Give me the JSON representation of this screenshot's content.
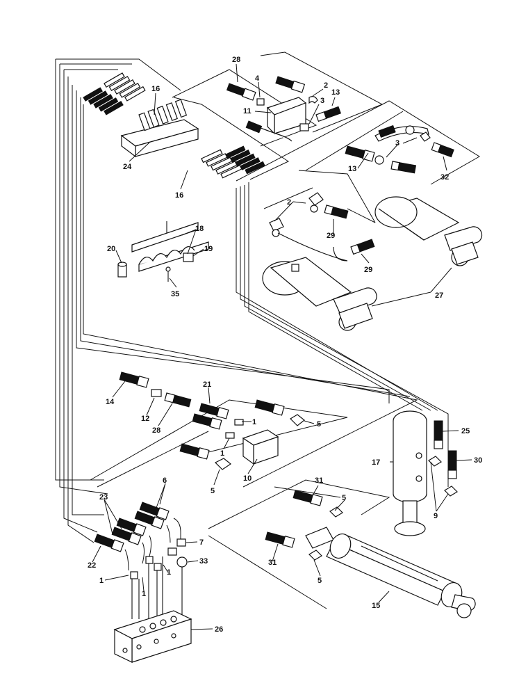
{
  "callouts": {
    "c28a": "28",
    "c4": "4",
    "c2a": "2",
    "c13a": "13",
    "c11": "11",
    "c3a": "3",
    "c16a": "16",
    "c24": "24",
    "c16b": "16",
    "c3b": "3",
    "c13b": "13",
    "c32": "32",
    "c2b": "2",
    "c29a": "29",
    "c29b": "29",
    "c18": "18",
    "c20": "20",
    "c19": "19",
    "c35": "35",
    "c27": "27",
    "c14": "14",
    "c21": "21",
    "c12": "12",
    "c28b": "28",
    "c1a": "1",
    "c5a": "5",
    "c1b": "1",
    "c10": "10",
    "c5b": "5",
    "c25": "25",
    "c17": "17",
    "c30": "30",
    "c9": "9",
    "c31a": "31",
    "c5c": "5",
    "c31b": "31",
    "c5d": "5",
    "c15": "15",
    "c6": "6",
    "c23": "23",
    "c7": "7",
    "c22": "22",
    "c33": "33",
    "c1c": "1",
    "c1d": "1",
    "c1e": "1",
    "c26": "26"
  }
}
